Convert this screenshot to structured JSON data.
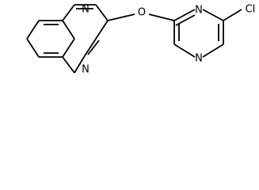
{
  "atoms": {
    "n1": "N",
    "n4": "N",
    "o": "O",
    "n_pyr_top": "N",
    "n_pyr_bottom": "N",
    "cl": "Cl"
  }
}
